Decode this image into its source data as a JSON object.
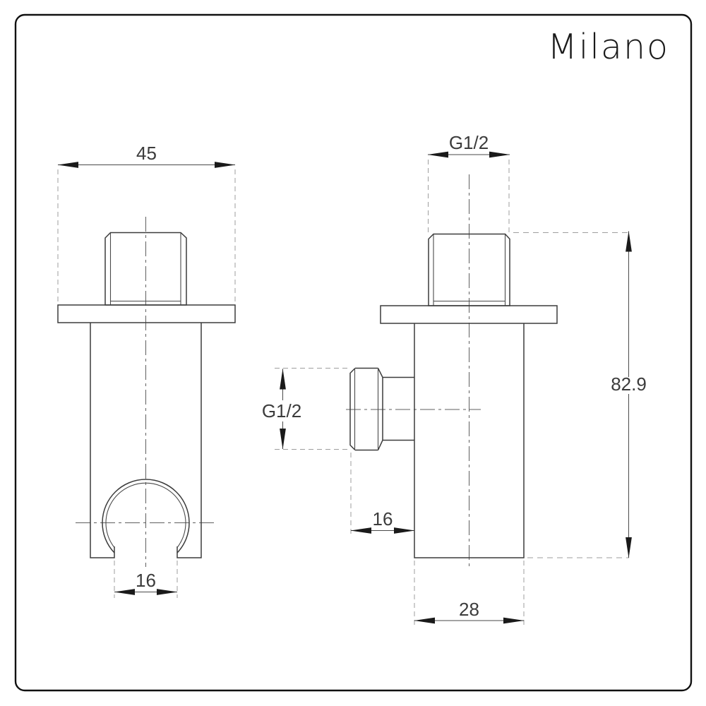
{
  "brand": {
    "logo_text": "Milano"
  },
  "drawing": {
    "type": "technical-dimension-drawing",
    "views": {
      "front": {
        "dimensions": {
          "overall_width": "45",
          "slot_width": "16"
        }
      },
      "side": {
        "dimensions": {
          "top_thread": "G1/2",
          "overall_height": "82.9",
          "outlet_thread": "G1/2",
          "outlet_offset": "16",
          "body_depth": "28"
        }
      }
    },
    "colors": {
      "background": "#ffffff",
      "border": "#111111",
      "object_line": "#3c3c3c",
      "dimension_line": "#4a4a4a",
      "extension_line": "#9e9e9e",
      "arrow": "#1a1a1a",
      "text": "#3c3c3c",
      "logo": "#1a1a1a"
    }
  }
}
